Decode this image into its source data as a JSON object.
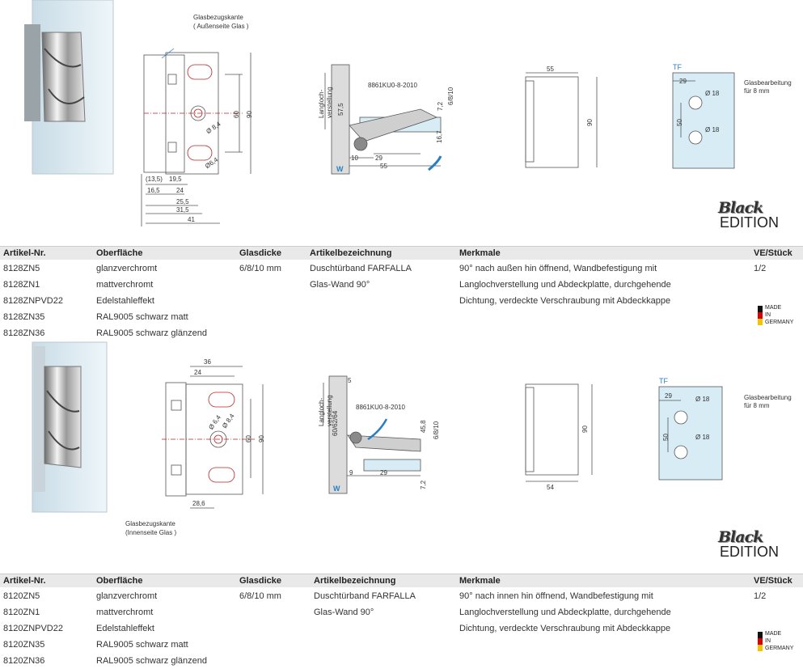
{
  "colors": {
    "accent_blue": "#2a7fc1",
    "glass": "#d8ecf6",
    "header_bg": "#e9e9e9",
    "dim_line": "#555555"
  },
  "blocks": [
    {
      "glass_edge_note": [
        "Glasbezugskante",
        "( Außenseite Glas )"
      ],
      "part_code": "8861KU0-8-2010",
      "adjust_label": [
        "Langloch-",
        "verstellung"
      ],
      "wall_mark": "W",
      "tf_label": "TF",
      "glass_processing": [
        "Glasbearbeitung",
        "für 8 mm"
      ],
      "dims_front": [
        "(13,5)",
        "19,5",
        "16,5",
        "24",
        "25,5",
        "31,5",
        "41",
        "60",
        "90",
        "Ø 8,4",
        "Ø6,4"
      ],
      "dims_side": [
        "57,5",
        "7,2",
        "6/8/10",
        "16,7",
        "10",
        "29",
        "55"
      ],
      "dims_back": [
        "55",
        "90"
      ],
      "dims_tf": [
        "29",
        "Ø 18",
        "50",
        "Ø 18"
      ],
      "logo": {
        "black": "Black",
        "edition": "EDITION"
      },
      "table": {
        "headers": [
          "Artikel-Nr.",
          "Oberfläche",
          "Glasdicke",
          "Artikelbezeichnung",
          "Merkmale",
          "VE/Stück"
        ],
        "articles": [
          "8128ZN5",
          "8128ZN1",
          "8128ZNPVD22",
          "8128ZN35",
          "8128ZN36"
        ],
        "surfaces": [
          "glanzverchromt",
          "mattverchromt",
          "Edelstahleffekt",
          "RAL9005 schwarz matt",
          "RAL9005 schwarz glänzend"
        ],
        "glass_thickness": "6/8/10 mm",
        "designation": [
          "Duschtürband FARFALLA",
          "Glas-Wand 90°"
        ],
        "features": [
          "90° nach außen hin öffnend, Wandbefestigung mit",
          "Langlochverstellung und Abdeckplatte,  durchgehende",
          "Dichtung, verdeckte Verschraubung mit Abdeckkappe"
        ],
        "ve": "1/2"
      },
      "made_in": [
        "MADE",
        "IN",
        "GERMANY"
      ]
    },
    {
      "glass_edge_note": [
        "Glasbezugskante",
        "(Innenseite Glas )"
      ],
      "part_code": "8861KU0-8-2010",
      "adjust_label": [
        "Langloch-",
        "verstellung"
      ],
      "wall_mark": "W",
      "tf_label": "TF",
      "glass_processing": [
        "Glasbearbeitung",
        "für 8 mm"
      ],
      "dims_front": [
        "36",
        "24",
        "Ø 6,4",
        "Ø 8,4",
        "60",
        "90",
        "28,6"
      ],
      "dims_side": [
        "5",
        "60/62/64",
        "45,8",
        "6/8/10",
        "9",
        "29",
        "7,2"
      ],
      "dims_back": [
        "90",
        "54"
      ],
      "dims_tf": [
        "29",
        "Ø 18",
        "50",
        "Ø 18"
      ],
      "logo": {
        "black": "Black",
        "edition": "EDITION"
      },
      "table": {
        "headers": [
          "Artikel-Nr.",
          "Oberfläche",
          "Glasdicke",
          "Artikelbezeichnung",
          "Merkmale",
          "VE/Stück"
        ],
        "articles": [
          "8120ZN5",
          "8120ZN1",
          "8120ZNPVD22",
          "8120ZN35",
          "8120ZN36"
        ],
        "surfaces": [
          "glanzverchromt",
          "mattverchromt",
          "Edelstahleffekt",
          "RAL9005 schwarz matt",
          "RAL9005 schwarz glänzend"
        ],
        "glass_thickness": "6/8/10 mm",
        "designation": [
          "Duschtürband FARFALLA",
          "Glas-Wand 90°"
        ],
        "features": [
          "90° nach innen hin öffnend, Wandbefestigung mit",
          "Langlochverstellung und Abdeckplatte,  durchgehende",
          "Dichtung, verdeckte Verschraubung mit Abdeckkappe"
        ],
        "ve": "1/2"
      },
      "made_in": [
        "MADE",
        "IN",
        "GERMANY"
      ]
    }
  ]
}
